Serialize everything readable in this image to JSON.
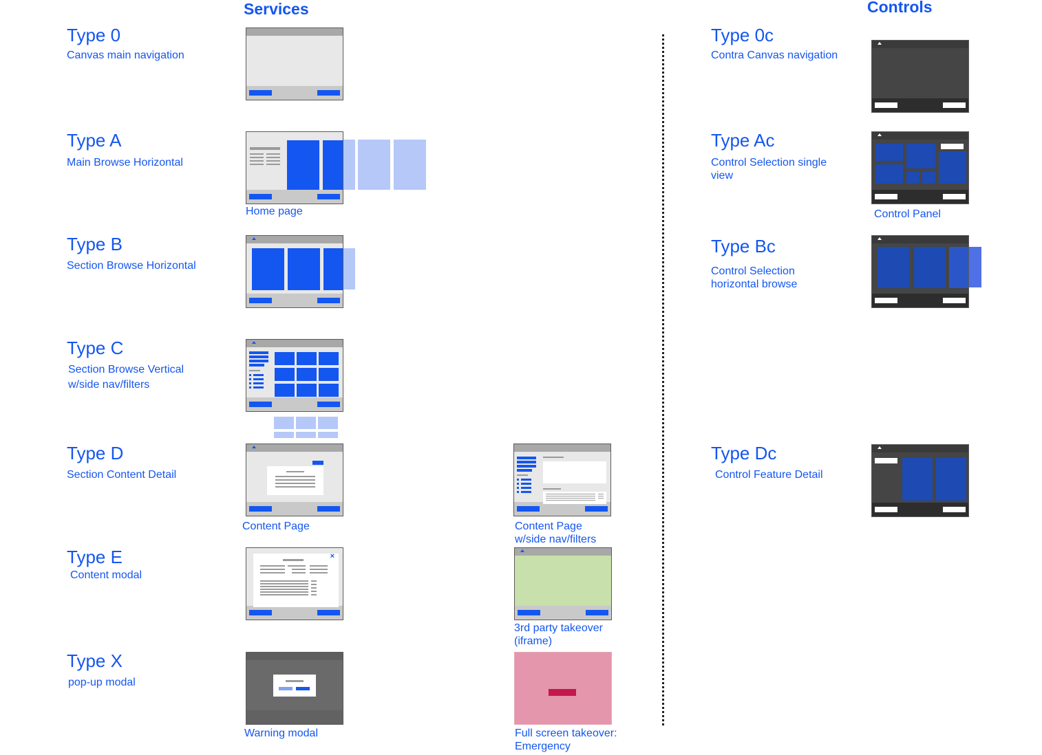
{
  "headers": {
    "services": "Services",
    "controls": "Controls"
  },
  "services": [
    {
      "type": "Type 0",
      "desc": "Canvas main navigation"
    },
    {
      "type": "Type A",
      "desc": "Main Browse Horizontal",
      "caption": "Home page"
    },
    {
      "type": "Type B",
      "desc": "Section  Browse Horizontal"
    },
    {
      "type": "Type C",
      "desc_line1": "Section  Browse Vertical",
      "desc_line2": "w/side nav/filters"
    },
    {
      "type": "Type D",
      "desc": "Section Content Detail",
      "caption": "Content Page",
      "caption2_line1": "Content Page",
      "caption2_line2": "w/side nav/filters"
    },
    {
      "type": "Type E",
      "desc": "Content modal",
      "caption2_line1": "3rd party takeover",
      "caption2_line2": "(iframe)"
    },
    {
      "type": "Type X",
      "desc": "pop-up modal",
      "caption": "Warning modal",
      "caption2_line1": "Full screen takeover:",
      "caption2_line2": "Emergency"
    }
  ],
  "controls": [
    {
      "type": "Type 0c",
      "desc": "Contra Canvas navigation"
    },
    {
      "type": "Type Ac",
      "desc_line1": "Control  Selection single",
      "desc_line2": "view",
      "caption": "Control Panel"
    },
    {
      "type": "Type Bc",
      "desc_line1": "Control  Selection",
      "desc_line2": "horizontal browse"
    },
    {
      "type": "Type Dc",
      "desc": "Control Feature Detail"
    }
  ],
  "colors": {
    "accent": "#1456f0",
    "light_accent": "#b6c8f8",
    "dark_accent": "#1e4ab4",
    "iframe_green": "#c8e0ab",
    "emergency_pink": "#e396ac",
    "emergency_bar": "#c2184e"
  }
}
